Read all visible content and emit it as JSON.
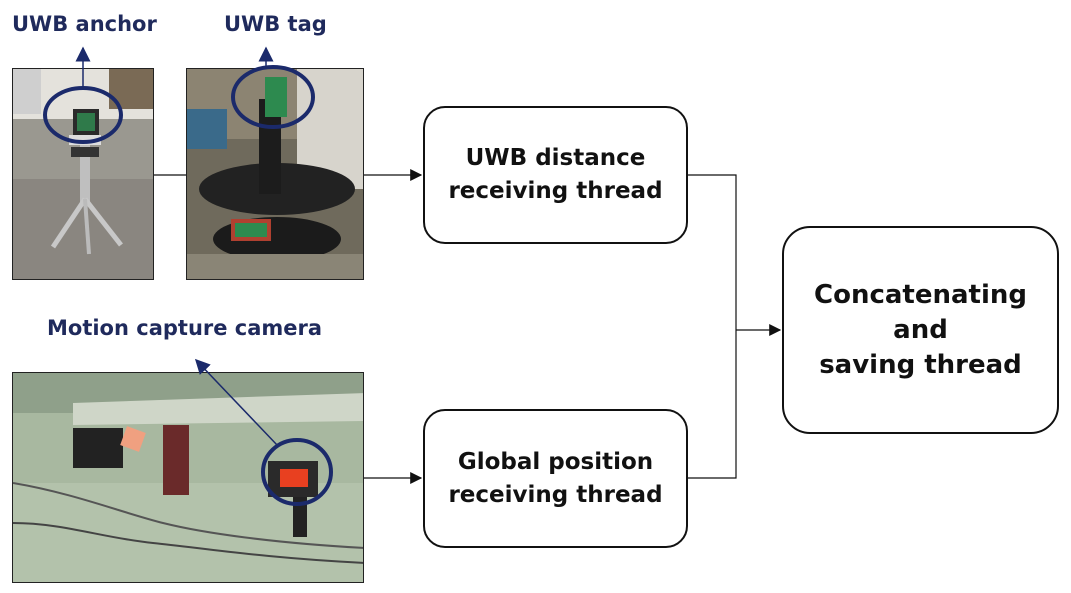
{
  "labels": {
    "uwb_anchor": "UWB anchor",
    "uwb_tag": "UWB tag",
    "motion_capture_camera": "Motion capture camera"
  },
  "boxes": {
    "uwb_thread": "UWB distance\nreceiving thread",
    "global_thread": "Global position\nreceiving thread",
    "concat_thread": "Concatenating\nand\nsaving thread"
  },
  "colors": {
    "callout_text": "#1f2a5c",
    "highlight_circle": "#1b2a6b",
    "arrow": "#111111"
  },
  "images": {
    "anchor_photo": "tripod-with-uwb-anchor",
    "tag_photo": "mobile-robot-with-uwb-tag",
    "camera_photo": "ceiling-mounted-motion-capture-camera"
  }
}
